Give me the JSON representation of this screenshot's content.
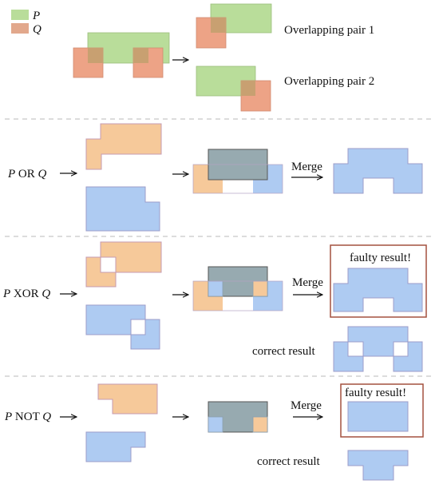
{
  "legend": {
    "p": "P",
    "q": "Q"
  },
  "colors": {
    "p_green": "#b9dd9a",
    "q_red": "#eaa387",
    "orange": "#f6c99a",
    "blue": "#aecbf2",
    "overlap_gray": "#97aab0",
    "frame_red": "#a4503f",
    "divider": "#b8b8b8"
  },
  "overlap": {
    "pair1_label": "Overlapping pair 1",
    "pair2_label": "Overlapping pair 2"
  },
  "or_section": {
    "op_p": "P",
    "op_word": " OR ",
    "op_q": "Q",
    "merge_label": "Merge"
  },
  "xor_section": {
    "op_p": "P",
    "op_word": " XOR ",
    "op_q": "Q",
    "merge_label": "Merge",
    "faulty_label": "faulty result!",
    "correct_label": "correct result"
  },
  "not_section": {
    "op_p": "P",
    "op_word": " NOT ",
    "op_q": "Q",
    "merge_label": "Merge",
    "faulty_label": "faulty result!",
    "correct_label": "correct result"
  }
}
